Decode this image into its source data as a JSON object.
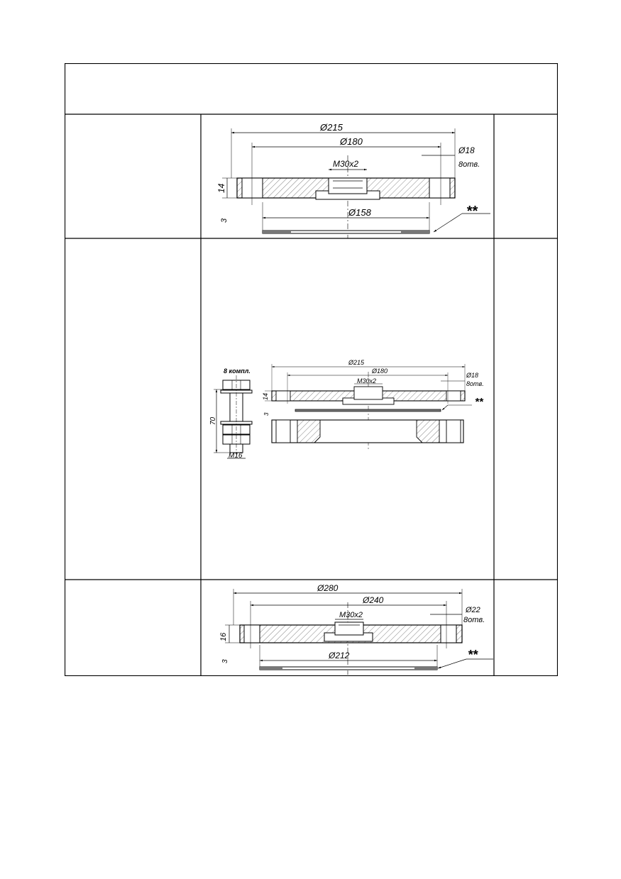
{
  "rows": [
    {
      "label": "",
      "drawing": {
        "outer_diameter": "Ø215",
        "bolt_circle": "Ø180",
        "hole_diameter": "Ø18",
        "hole_count": "8отв.",
        "thread": "M30x2",
        "gasket_diameter": "Ø158",
        "thickness": "14",
        "gasket_thickness": "3",
        "mark": "**"
      },
      "note": ""
    },
    {
      "label": "",
      "drawing": {
        "bolt_set": "8 компл.",
        "bolt_length": "70",
        "bolt_thread": "M16",
        "outer_diameter": "Ø215",
        "bolt_circle": "Ø180",
        "hole_diameter": "Ø18",
        "hole_count": "8отв.",
        "thread": "M30x2",
        "thickness": "14",
        "gasket_thickness": "3",
        "mark": "**"
      },
      "note": ""
    },
    {
      "label": "",
      "drawing": {
        "outer_diameter": "Ø280",
        "bolt_circle": "Ø240",
        "hole_diameter": "Ø22",
        "hole_count": "8отв.",
        "thread": "M30x2",
        "gasket_diameter": "Ø212",
        "thickness": "16",
        "gasket_thickness": "3",
        "mark": "**"
      },
      "note": ""
    }
  ],
  "colors": {
    "line": "#000000",
    "hatch": "#555555",
    "background": "#ffffff"
  }
}
